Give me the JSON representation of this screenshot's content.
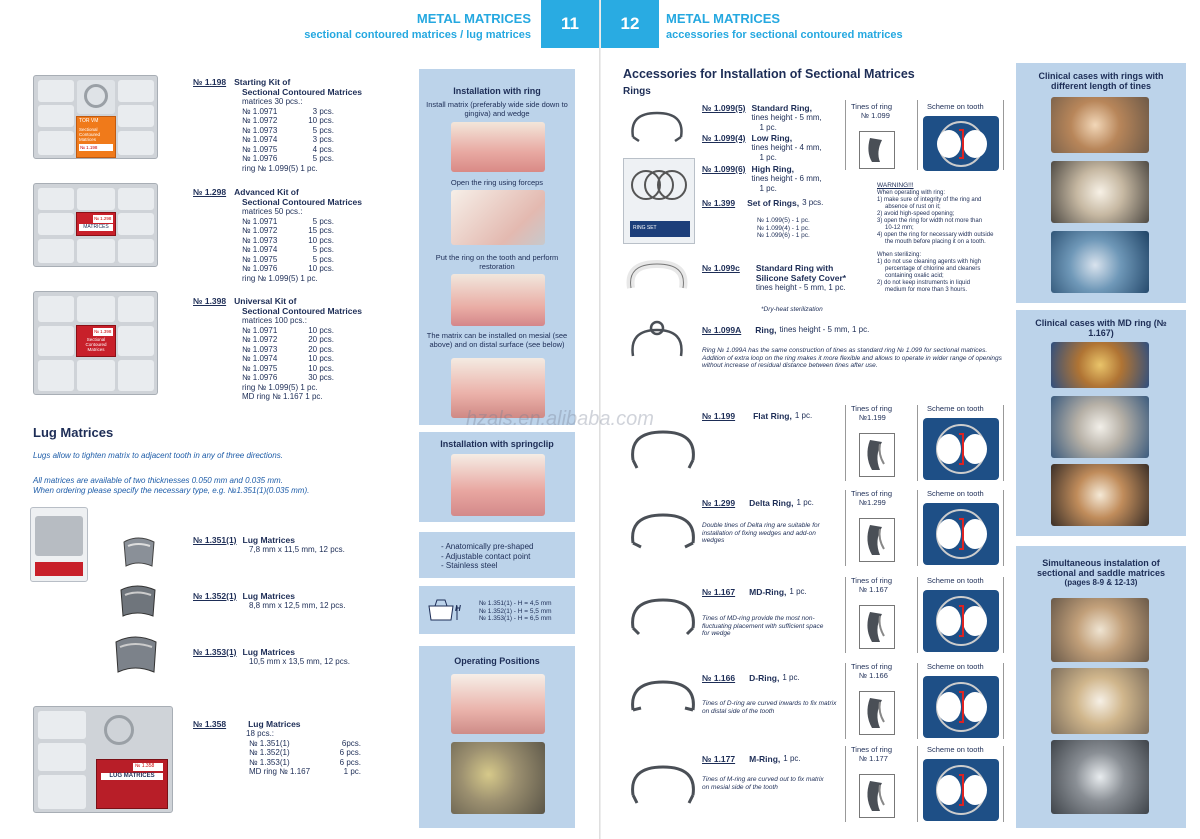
{
  "left_page": {
    "header_title": "METAL MATRICES",
    "header_sub": "sectional contoured matrices / lug matrices",
    "page_number": "11",
    "kits": [
      {
        "code": "№ 1.198",
        "name": "Starting Kit of",
        "name2": "Sectional Contoured Matrices",
        "qty": "matrices 30 pcs.:",
        "rows": [
          [
            "№ 1.0971",
            "3 pcs."
          ],
          [
            "№ 1.0972",
            "10 pcs."
          ],
          [
            "№ 1.0973",
            "5 pcs."
          ],
          [
            "№ 1.0974",
            "3 pcs."
          ],
          [
            "№ 1.0975",
            "4 pcs."
          ],
          [
            "№ 1.0976",
            "5 pcs."
          ]
        ],
        "extra": [
          "ring № 1.099(5) 1 pc."
        ]
      },
      {
        "code": "№ 1.298",
        "name": "Advanced Kit of",
        "name2": "Sectional Contoured Matrices",
        "qty": "matrices 50 pcs.:",
        "rows": [
          [
            "№ 1.0971",
            "5 pcs."
          ],
          [
            "№ 1.0972",
            "15 pcs."
          ],
          [
            "№ 1.0973",
            "10 pcs."
          ],
          [
            "№ 1.0974",
            "5 pcs."
          ],
          [
            "№ 1.0975",
            "5 pcs."
          ],
          [
            "№ 1.0976",
            "10 pcs."
          ]
        ],
        "extra": [
          "ring № 1.099(5) 1 pc."
        ]
      },
      {
        "code": "№ 1.398",
        "name": "Universal Kit of",
        "name2": "Sectional Contoured Matrices",
        "qty": "matrices 100 pcs.:",
        "rows": [
          [
            "№ 1.0971",
            "10 pcs."
          ],
          [
            "№ 1.0972",
            "20 pcs."
          ],
          [
            "№ 1.0973",
            "20 pcs."
          ],
          [
            "№ 1.0974",
            "10 pcs."
          ],
          [
            "№ 1.0975",
            "10 pcs."
          ],
          [
            "№ 1.0976",
            "30 pcs."
          ]
        ],
        "extra": [
          "ring № 1.099(5)  1 pc.",
          "MD ring № 1.167 1 pc."
        ]
      }
    ],
    "lug_title": "Lug Matrices",
    "lug_desc1": "Lugs allow to tighten matrix to adjacent tooth in any of three directions.",
    "lug_desc2": "All matrices are available of two thicknesses 0.050 mm and 0.035 mm.",
    "lug_desc3": "When ordering please specify the necessary type, e.g. №1.351(1)(0.035 mm).",
    "lugs": [
      {
        "code": "№ 1.351(1)",
        "name": "Lug Matrices",
        "dims": "7,8 mm x 11,5 mm,   12 pcs."
      },
      {
        "code": "№ 1.352(1)",
        "name": "Lug Matrices",
        "dims": "8,8 mm x 12,5 mm,   12 pcs."
      },
      {
        "code": "№ 1.353(1)",
        "name": "Lug Matrices",
        "dims": "10,5 mm x 13,5 mm,   12 pcs."
      }
    ],
    "lug_kit": {
      "code": "№ 1.358",
      "name": "Lug Matrices",
      "qty": "18 pcs.:",
      "rows": [
        [
          "№ 1.351(1)",
          "6pcs."
        ],
        [
          "№ 1.352(1)",
          "6 pcs."
        ],
        [
          "№ 1.353(1)",
          "6 pcs."
        ],
        [
          "MD ring № 1.167",
          "1 pc."
        ]
      ]
    },
    "box_labels": {
      "b1_brand": "TOR VM",
      "b1_title": "Sectional Contoured Matrices",
      "b1_code": "№ 1.198",
      "b2_title": "MATRICES",
      "b2_code": "№ 1.298",
      "b3_title": "Sectional Contoured Matrices",
      "b3_code": "№ 1.398",
      "lugbox_title": "LUG MATRICES",
      "lugbox_code": "№ 1.358"
    },
    "side": {
      "install_ring_title": "Installation with ring",
      "step1": "Install matrix (preferably wide side down to gingiva) and wedge",
      "step2": "Open the ring using forceps",
      "step3": "Put the ring on the tooth and perform restoration",
      "step4": "The matrix can be installed on mesial (see above) and on distal surface (see below)",
      "springclip_title": "Installation with springclip",
      "features": [
        "- Anatomically pre-shaped",
        "- Adjustable contact point",
        "- Stainless steel"
      ],
      "h_rows": [
        "№ 1.351(1) - H = 4,5 mm",
        "№ 1.352(1) - H = 5,5 mm",
        "№ 1.353(1) - H = 6,5 mm"
      ],
      "h_label": "H",
      "operating_title": "Operating Positions"
    }
  },
  "right_page": {
    "header_title": "METAL MATRICES",
    "header_sub": "accessories for sectional contoured matrices",
    "page_number": "12",
    "section_title": "Accessories for Installation of Sectional Matrices",
    "rings_label": "Rings",
    "tines_label": "Tines of ring",
    "scheme_label": "Scheme on tooth",
    "products": [
      {
        "code": "№ 1.099(5)",
        "name": "Standard Ring,",
        "desc": [
          "tines height - 5 mm,",
          "1 pc."
        ]
      },
      {
        "code": "№ 1.099(4)",
        "name": "Low Ring,",
        "desc": [
          "tines height - 4 mm,",
          "1 pc."
        ]
      },
      {
        "code": "№ 1.099(6)",
        "name": "High Ring,",
        "desc": [
          "tines height - 6 mm,",
          "1 pc."
        ]
      },
      {
        "code": "№ 1.399",
        "name": "Set of Rings,",
        "desc": [
          "3 pcs."
        ]
      },
      {
        "code": "№ 1.099c",
        "name": "Standard Ring with",
        "desc": [
          "Silicone Safety Cover*",
          "tines height - 5 mm,  1 pc."
        ]
      },
      {
        "code": "№ 1.099A",
        "name": "Ring,",
        "desc": [
          "tines height - 5 mm, 1 pc."
        ]
      },
      {
        "code": "№ 1.199",
        "name": "Flat Ring,",
        "desc": [
          "1 pc."
        ]
      },
      {
        "code": "№ 1.299",
        "name": "Delta Ring,",
        "desc": [
          "1 pc."
        ]
      },
      {
        "code": "№ 1.167",
        "name": "MD-Ring,",
        "desc": [
          "1 pc."
        ]
      },
      {
        "code": "№ 1.166",
        "name": "D-Ring,",
        "desc": [
          "1 pc."
        ]
      },
      {
        "code": "№ 1.177",
        "name": "M-Ring,",
        "desc": [
          "1 pc."
        ]
      }
    ],
    "set_rows": [
      "№ 1.099(5) - 1 pc.",
      "№ 1.099(4) - 1 pc.",
      "№ 1.099(6) - 1 pc."
    ],
    "set_box_label": "RING SET",
    "dry_heat": "*Dry-heat sterilization",
    "ring_a_note": "Ring № 1.099A has the same construction of tines as standard ring № 1.099 for sectional matrices. Addition of extra loop on the ring makes it more flexible and allows to operate in wider range of openings without increase of residual distance between tines after use.",
    "delta_note": "Double tines of Delta ring are suitable for installation of fixing wedges and add-on wedges",
    "md_note": "Tines of MD-ring provide the most non-fluctuating placement with sufficient space for wedge",
    "d_note": "Tines of D-ring are curved inwards to fix matrix on distal side of the tooth",
    "m_note": "Tines of M-ring are curved out to fix matrix on mesial  side of the tooth",
    "tines_codes": [
      "№ 1.099",
      "№1.199",
      "№1.299",
      "№ 1.167",
      "№ 1.166",
      "№ 1.177"
    ],
    "warning": [
      "WARNING!!!",
      "When operating with ring:",
      "1) make sure of integrity of the ring and",
      "absence of rust on it;",
      "2) avoid high-speed opening;",
      "3) open the ring for width not more than",
      "10-12 mm;",
      "4) open the ring for necessary width outside",
      "the  mouth before placing it on a tooth."
    ],
    "sterilize": [
      "When sterilizing:",
      "1) do not use cleaning agents with high",
      "percentage of chlorine and cleaners",
      "containing oxalic acid;",
      "2) do not keep instruments in liquid",
      "medium for more than 3 hours."
    ],
    "side": {
      "clinical_rings_title": "Clinical cases with rings with different length of tines",
      "clinical_md_title": "Clinical cases with MD ring (№ 1.167)",
      "simultaneous_title": "Simultaneous instalation of sectional and saddle matrices",
      "simultaneous_pages": "(pages 8-9 & 12-13)"
    }
  },
  "watermark": "hzals.en.alibaba.com"
}
